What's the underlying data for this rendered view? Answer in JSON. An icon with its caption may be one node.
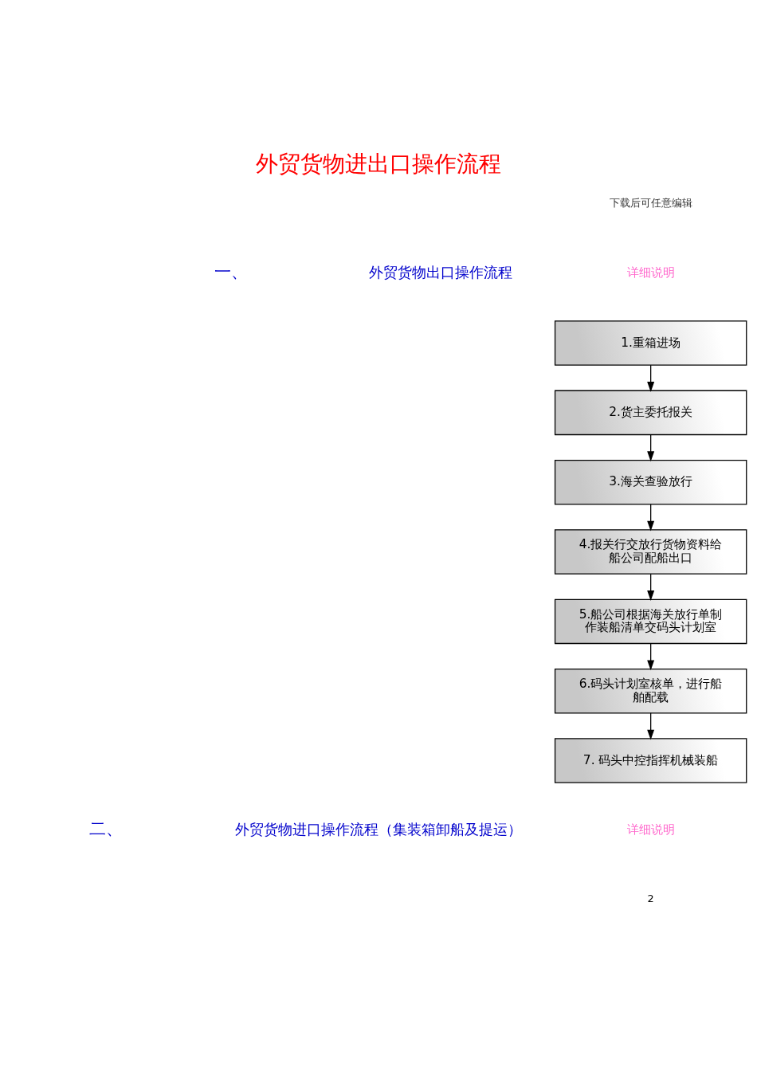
{
  "diagram": {
    "title": "外贸货物进出口操作流程",
    "nodes": [
      {
        "text": [
          "1.重箱进场"
        ]
      },
      {
        "text": [
          "2.货主委托报关"
        ]
      },
      {
        "text": [
          "3.海关查验放行"
        ]
      },
      {
        "text": [
          "4.报关行交放行货物资料给船公司配船出口"
        ]
      },
      {
        "text": [
          "5.船公司根据海关放行单制作装船清单交码头计划室"
        ]
      },
      {
        "text": [
          "6.码头计划室核单，进行船舶配载"
        ]
      },
      {
        "text": [
          "7. 码头中控指挥机械装船"
        ]
      }
    ],
    "edges": [
      {
        "from": 0,
        "to": 1,
        "arrow": "to"
      },
      {
        "from": 1,
        "to": 2,
        "arrow": "to"
      },
      {
        "from": 2,
        "to": 3,
        "arrow": "to"
      },
      {
        "from": 3,
        "to": 4,
        "arrow": "to"
      },
      {
        "from": 4,
        "to": 5,
        "arrow": "to"
      },
      {
        "from": 5,
        "to": 6,
        "arrow": "to"
      }
    ],
    "labels": [
      "下载后可任意编辑",
      "一、",
      "外贸货物出口操作流程",
      "详细说明",
      "二、",
      "外贸货物进口操作流程（集装箱卸船及提运）",
      "详细说明",
      "2"
    ]
  }
}
